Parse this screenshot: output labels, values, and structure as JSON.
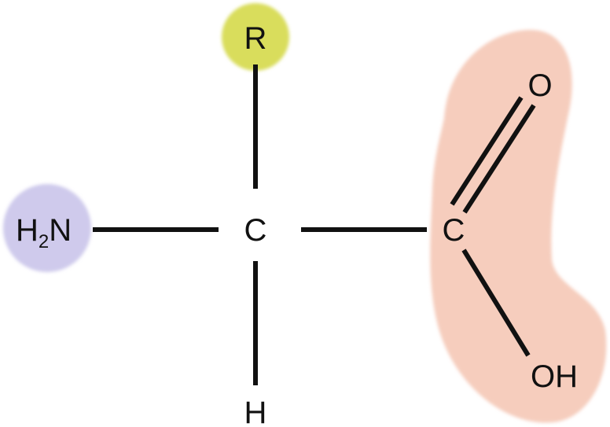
{
  "colors": {
    "r_group_highlight": "#d9dd5c",
    "amino_group_highlight": "#cfcaec",
    "carboxyl_group_highlight": "#f6cdbd",
    "bond": "#111111",
    "text": "#111111"
  },
  "atoms": {
    "r_group": "R",
    "alpha_carbon": "C",
    "hydrogen": "H",
    "amino_h": "H",
    "amino_subscript": "2",
    "amino_n": "N",
    "carboxyl_carbon": "C",
    "carbonyl_oxygen": "O",
    "hydroxyl": "OH"
  }
}
